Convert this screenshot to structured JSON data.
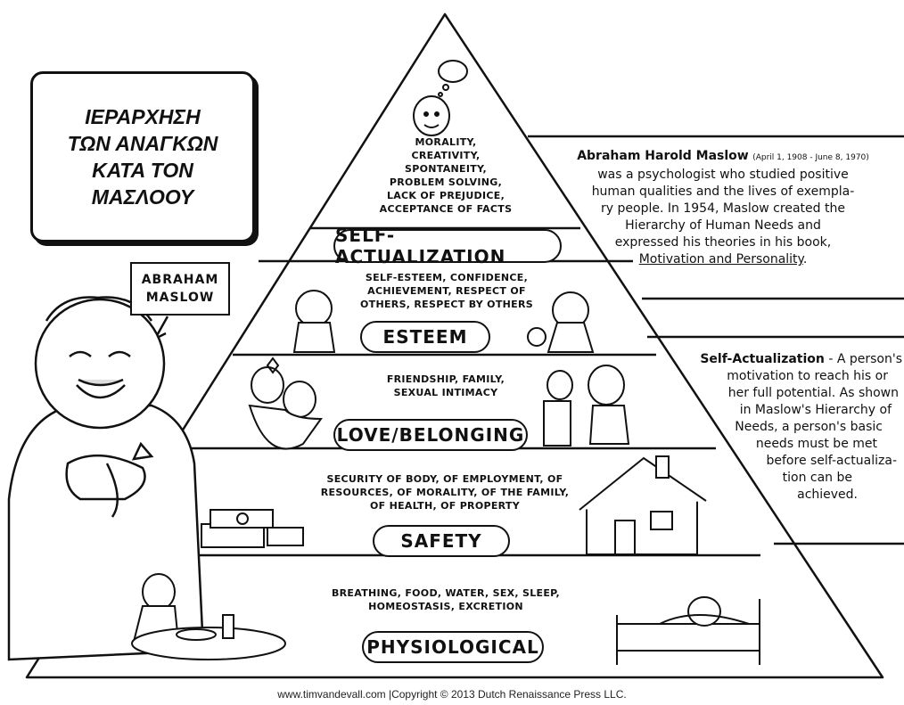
{
  "title_box": {
    "lines": [
      "ΙΕΡΑΡΧΗΣΗ",
      "ΤΩΝ ΑΝΑΓΚΩΝ",
      "ΚΑΤΑ ΤΟΝ",
      "ΜΑΣΛΟΟΥ"
    ]
  },
  "name_tag": {
    "lines": [
      "ABRAHAM",
      "MASLOW"
    ]
  },
  "levels": [
    {
      "label": "SELF-ACTUALIZATION",
      "needs": [
        "MORALITY,",
        "CREATIVITY,",
        "SPONTANEITY,",
        "PROBLEM SOLVING,",
        "LACK OF PREJUDICE,",
        "ACCEPTANCE OF FACTS"
      ]
    },
    {
      "label": "ESTEEM",
      "needs": [
        "SELF-ESTEEM, CONFIDENCE,",
        "ACHIEVEMENT, RESPECT OF",
        "OTHERS, RESPECT BY OTHERS"
      ]
    },
    {
      "label": "LOVE/BELONGING",
      "needs": [
        "FRIENDSHIP, FAMILY,",
        "SEXUAL INTIMACY"
      ]
    },
    {
      "label": "SAFETY",
      "needs": [
        "SECURITY OF BODY, OF EMPLOYMENT, OF",
        "RESOURCES, OF MORALITY, OF THE FAMILY,",
        "OF HEALTH, OF PROPERTY"
      ]
    },
    {
      "label": "PHYSIOLOGICAL",
      "needs": [
        "BREATHING, FOOD, WATER, SEX, SLEEP,",
        "HOMEOSTASIS, EXCRETION"
      ]
    }
  ],
  "bio": {
    "name": "Abraham Harold Maslow",
    "dates": "(April 1, 1908 - June 8, 1970)",
    "line1": "was a psychologist who studied positive",
    "line2": "human qualities and the lives of exempla-",
    "line3": "ry people. In 1954, Maslow created the",
    "line4": "Hierarchy of Human Needs and",
    "line5": "expressed his theories in his book,",
    "book": "Motivation and Personality",
    "book_end": "."
  },
  "definition": {
    "term": "Self-Actualization",
    "line1": " - A person's",
    "line2": "motivation to reach his or",
    "line3": "her full potential. As shown",
    "line4": "in Maslow's Hierarchy of",
    "line5": "Needs, a person's basic",
    "line6": "needs must be met",
    "line7": "before self-actualiza-",
    "line8": "tion can be",
    "line9": "achieved."
  },
  "credit": "www.timvandevall.com |Copyright © 2013 Dutch Renaissance Press LLC."
}
